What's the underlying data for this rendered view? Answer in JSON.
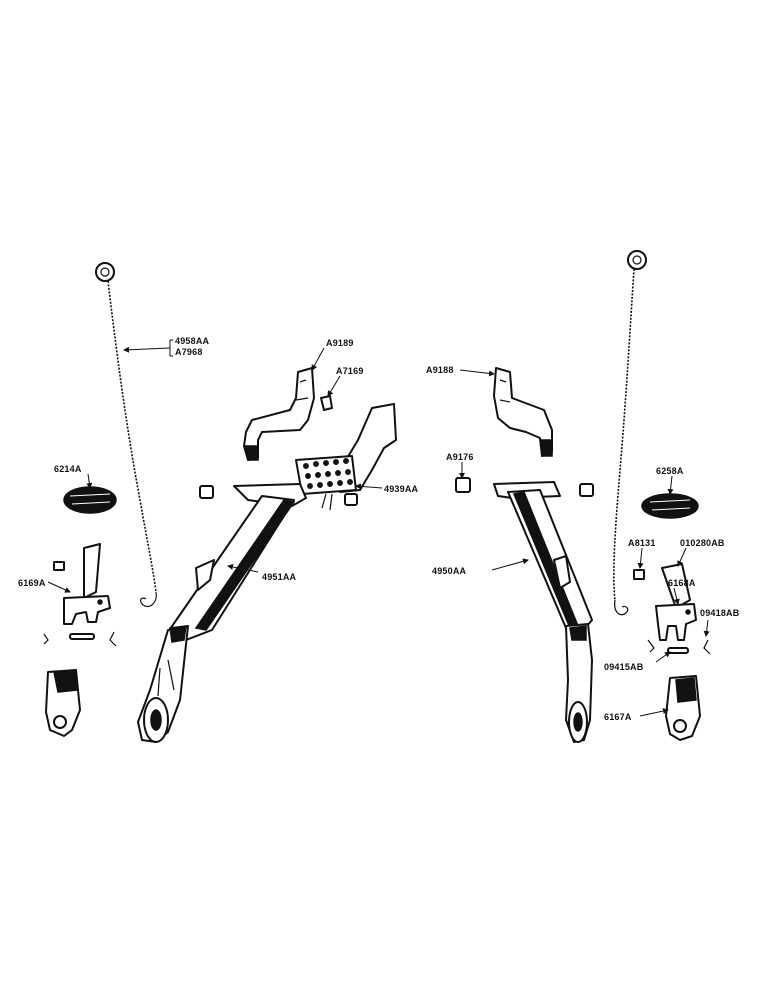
{
  "labels": {
    "p4958AA": "4958AA",
    "pA7968": "A7968",
    "pA9189": "A9189",
    "pA7169": "A7169",
    "pA9188": "A9188",
    "pA9176": "A9176",
    "p4939AA": "4939AA",
    "p6214A": "6214A",
    "p6258A": "6258A",
    "pA8131": "A8131",
    "p010280AB": "010280AB",
    "p4951AA": "4951AA",
    "p4950AA": "4950AA",
    "p6169A": "6169A",
    "p6168A": "6168A",
    "p09418AB": "09418AB",
    "p09415AB": "09415AB",
    "p6167A": "6167A"
  }
}
